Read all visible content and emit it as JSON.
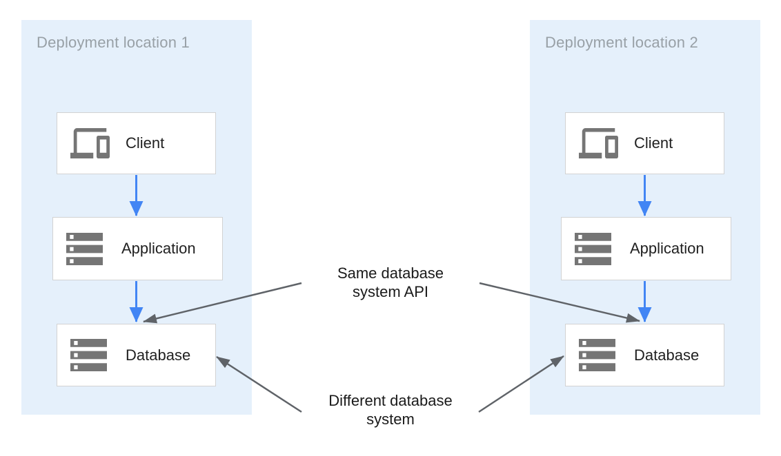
{
  "colors": {
    "page_bg": "#ffffff",
    "panel_bg": "#e5f0fb",
    "panel_title": "#98a0a6",
    "node_bg": "#ffffff",
    "node_border": "#d2d2d2",
    "node_label": "#212121",
    "icon": "#757575",
    "flow_arrow": "#4285f4",
    "annotation_arrow": "#5f6368",
    "annotation_text": "#1a1a1a"
  },
  "panels": [
    {
      "title": "Deployment location 1",
      "nodes": [
        {
          "label": "Client",
          "icon": "devices-icon"
        },
        {
          "label": "Application",
          "icon": "server-stack-icon"
        },
        {
          "label": "Database",
          "icon": "server-stack-icon"
        }
      ]
    },
    {
      "title": "Deployment location 2",
      "nodes": [
        {
          "label": "Client",
          "icon": "devices-icon"
        },
        {
          "label": "Application",
          "icon": "server-stack-icon"
        },
        {
          "label": "Database",
          "icon": "server-stack-icon"
        }
      ]
    }
  ],
  "edges": [
    {
      "from": "Client (location 1)",
      "to": "Application (location 1)",
      "style": "flow"
    },
    {
      "from": "Application (location 1)",
      "to": "Database (location 1)",
      "style": "flow"
    },
    {
      "from": "Client (location 2)",
      "to": "Application (location 2)",
      "style": "flow"
    },
    {
      "from": "Application (location 2)",
      "to": "Database (location 2)",
      "style": "flow"
    }
  ],
  "annotations": [
    {
      "text": "Same database\nsystem API",
      "points_to": [
        "Database (location 1)",
        "Database (location 2)"
      ]
    },
    {
      "text": "Different database\nsystem",
      "points_to": [
        "Database (location 1)",
        "Database (location 2)"
      ]
    }
  ]
}
